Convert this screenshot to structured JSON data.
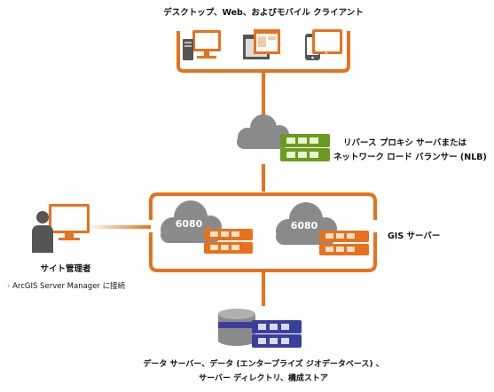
{
  "diagram": {
    "clients_label": "デスクトップ、Web、およびモバイル クライアント",
    "proxy_label_line1": "リバース プロキシ サーバまたは",
    "proxy_label_line2": "ネットワーク ロード バランサー (NLB)",
    "gis_server_label": "GIS サーバー",
    "port_1": "6080",
    "port_2": "6080",
    "admin_label": "サイト管理者",
    "admin_sub": "ArcGIS Server Manager に接続",
    "data_label_line1": "データ サーバー、データ (エンタープライズ ジオデータベース) 、",
    "data_label_line2": "サーバー ディレクトリ、構成ストア"
  },
  "colors": {
    "orange": "#e8711c",
    "gray": "#8a8a8a",
    "dark_gray": "#555555",
    "green": "#6a9a1f",
    "blue": "#3a3f9e"
  }
}
